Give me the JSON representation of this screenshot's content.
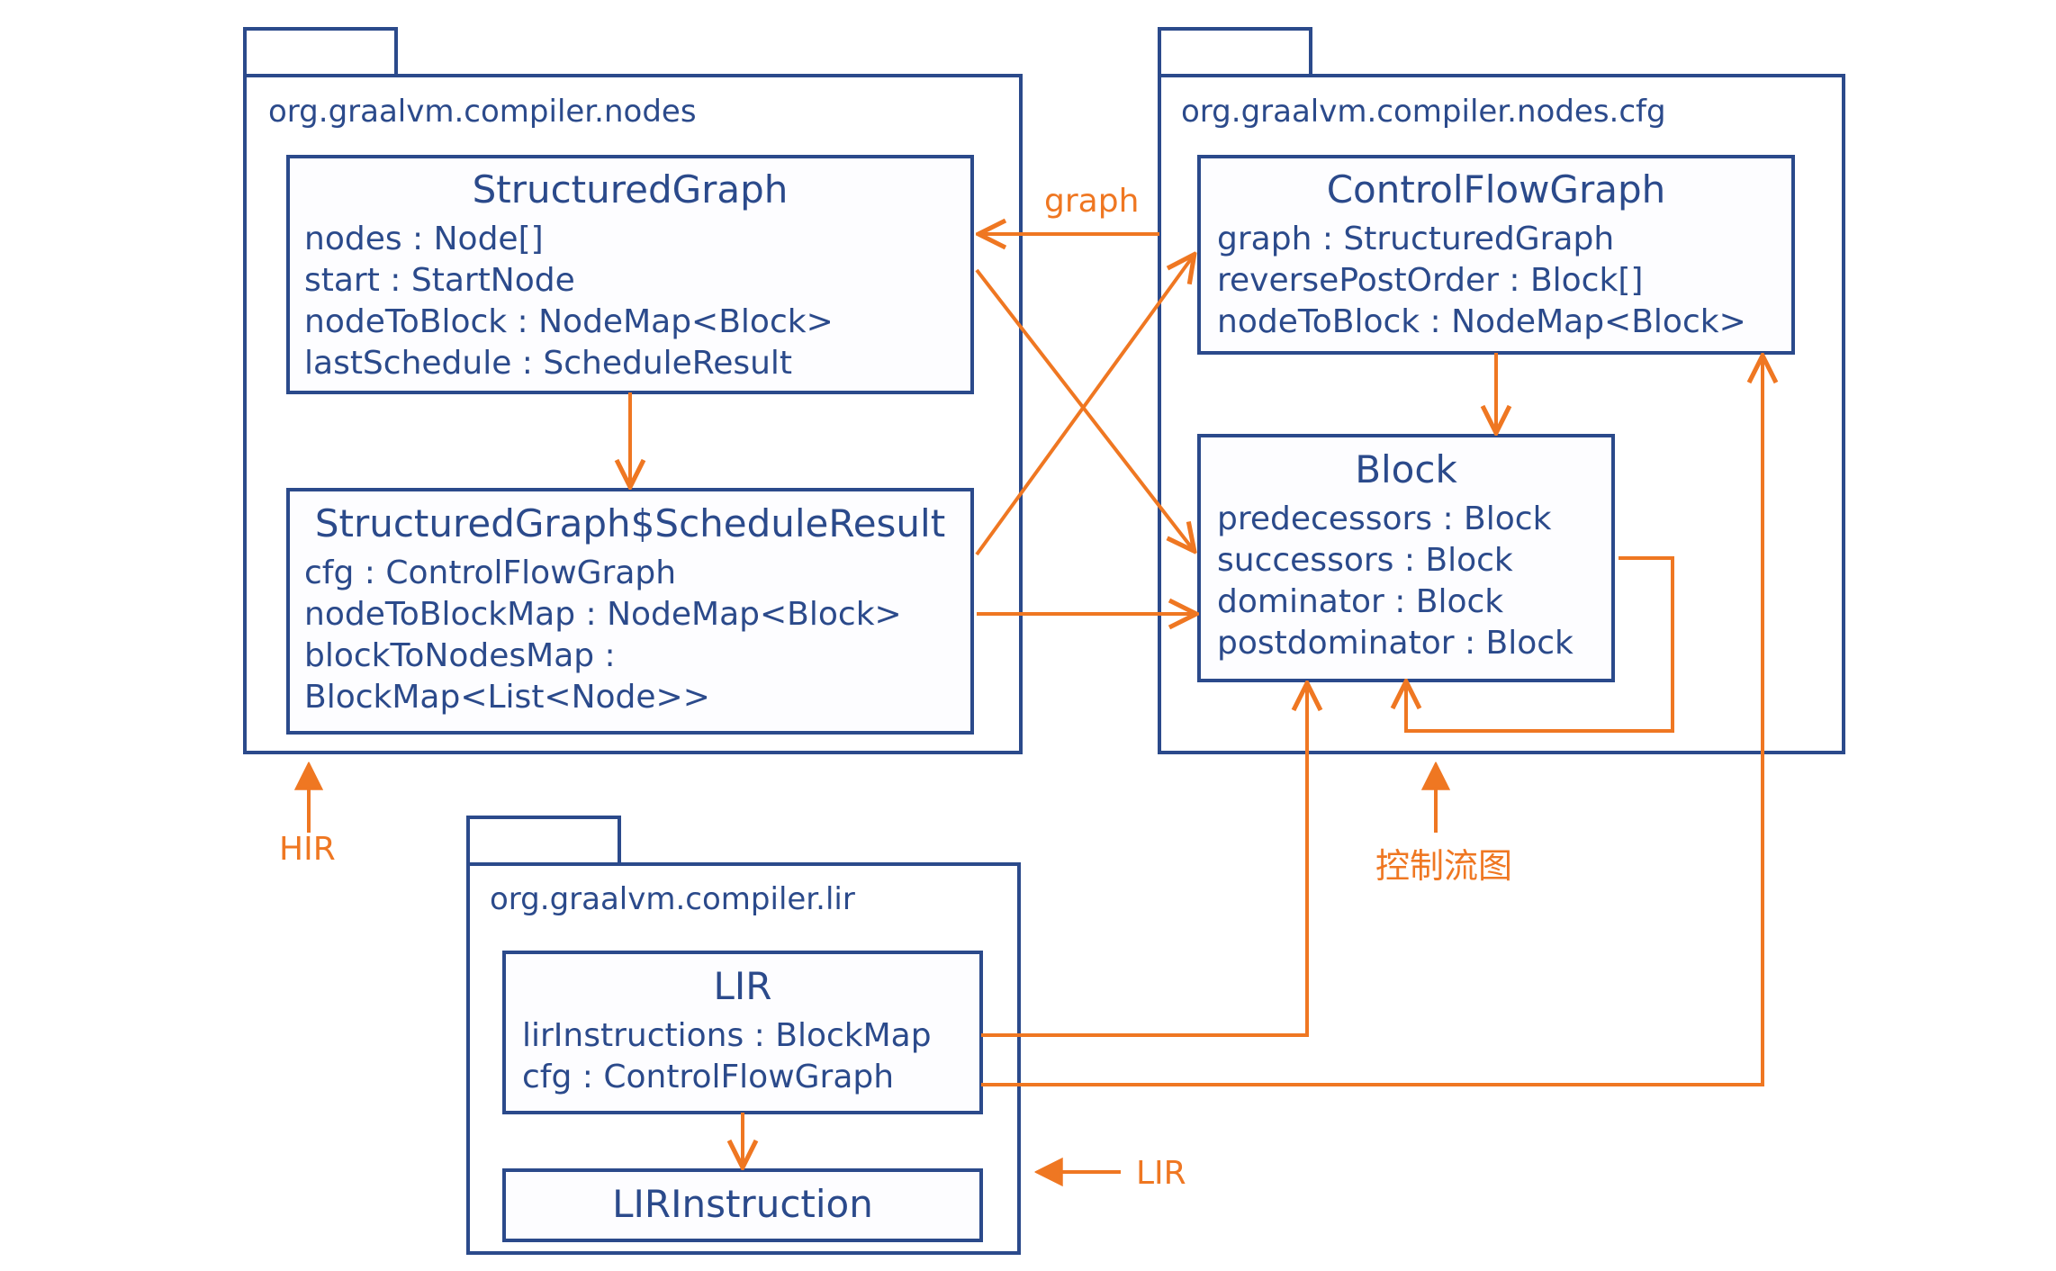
{
  "diagram": {
    "title_colors": {
      "box_stroke": "#2b4a8b",
      "text_blue": "#2b4a8b",
      "arrow_orange": "#ef7722",
      "background": "#ffffff"
    },
    "packages": [
      {
        "id": "nodes",
        "label": "org.graalvm.compiler.nodes",
        "classes": [
          {
            "id": "structured-graph",
            "name": "StructuredGraph",
            "attributes": [
              "nodes : Node[]",
              "start : StartNode",
              "nodeToBlock : NodeMap<Block>",
              "lastSchedule : ScheduleResult"
            ]
          },
          {
            "id": "schedule-result",
            "name": "StructuredGraph$ScheduleResult",
            "attributes": [
              "cfg : ControlFlowGraph",
              "nodeToBlockMap : NodeMap<Block>",
              "blockToNodesMap :",
              "BlockMap<List<Node>>"
            ]
          }
        ]
      },
      {
        "id": "nodes-cfg",
        "label": "org.graalvm.compiler.nodes.cfg",
        "classes": [
          {
            "id": "control-flow-graph",
            "name": "ControlFlowGraph",
            "attributes": [
              "graph : StructuredGraph",
              "reversePostOrder : Block[]",
              "nodeToBlock : NodeMap<Block>"
            ]
          },
          {
            "id": "block",
            "name": "Block",
            "attributes": [
              "predecessors : Block",
              "successors : Block",
              "dominator : Block",
              "postdominator : Block"
            ]
          }
        ]
      },
      {
        "id": "lir",
        "label": "org.graalvm.compiler.lir",
        "classes": [
          {
            "id": "lir-class",
            "name": "LIR",
            "attributes": [
              "lirInstructions : BlockMap",
              "cfg : ControlFlowGraph"
            ]
          },
          {
            "id": "lir-instruction",
            "name": "LIRInstruction",
            "attributes": []
          }
        ]
      }
    ],
    "edge_labels": {
      "graph": "graph",
      "hir": "HIR",
      "lir": "LIR",
      "cfg_cn": "控制流图"
    }
  }
}
